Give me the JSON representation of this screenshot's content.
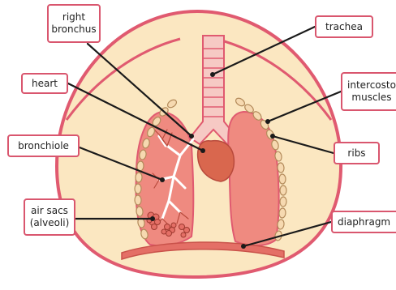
{
  "labels": {
    "right_bronchus": "right\nbronchus",
    "heart": "heart",
    "bronchiole": "bronchiole",
    "air_sacs": "air sacs\n(alveoli)",
    "trachea": "trachea",
    "intercostal_muscles": "intercosto\nmuscles",
    "ribs": "ribs",
    "diaphragm": "diaphragm"
  },
  "colors": {
    "body": "#fbe7c1",
    "outline": "#e05a70",
    "lung": "#ef8a80",
    "lung_dark": "#e46f66",
    "heart": "#d9674e",
    "trachea": "#f6c9c4",
    "pointer": "#1a1a1a"
  }
}
